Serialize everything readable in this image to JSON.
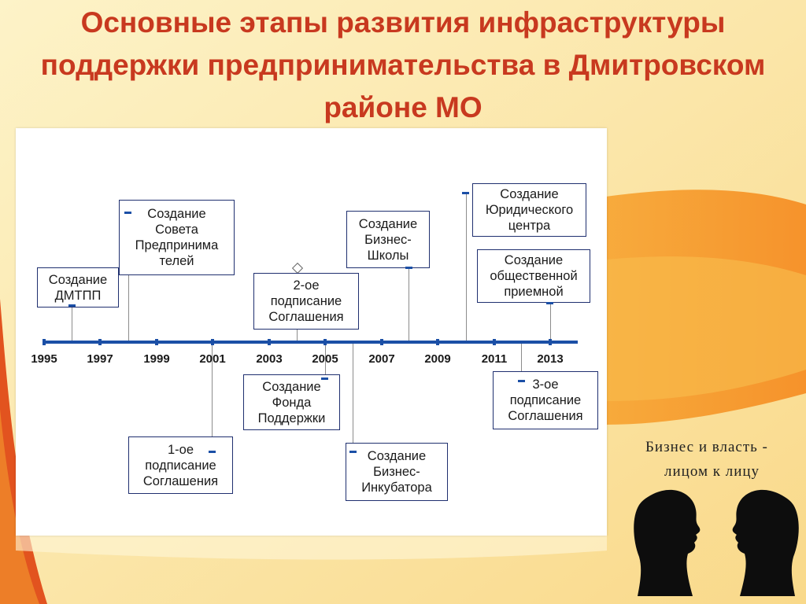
{
  "title": "Основные этапы развития инфраструктуры поддержки предпринимательства в Дмитровском районе МО",
  "years": [
    "1995",
    "1997",
    "1999",
    "2001",
    "2003",
    "2005",
    "2007",
    "2009",
    "2011",
    "2013"
  ],
  "events": {
    "dmtpp": [
      "Создание",
      "ДМТПП"
    ],
    "council": [
      "Создание",
      "Совета",
      "Предпринима",
      "телей"
    ],
    "agreement1": [
      "1-ое",
      "подписание",
      "Соглашения"
    ],
    "agreement2": [
      "2-ое",
      "подписание",
      "Соглашения"
    ],
    "fund": [
      "Создание",
      "Фонда",
      "Поддержки"
    ],
    "school": [
      "Создание",
      "Бизнес-",
      "Школы"
    ],
    "incubator": [
      "Создание",
      "Бизнес-",
      "Инкубатора"
    ],
    "legal": [
      "Создание",
      "Юридического",
      "центра"
    ],
    "reception": [
      "Создание",
      "общественной",
      "приемной"
    ],
    "agreement3": [
      "3-ое",
      "подписание",
      "Соглашения"
    ]
  },
  "slogan": [
    "Бизнес и власть -",
    "лицом к лицу"
  ],
  "colors": {
    "title": "#c8391f",
    "axis": "#1b4fa6",
    "box_border": "#1f2f6f"
  }
}
